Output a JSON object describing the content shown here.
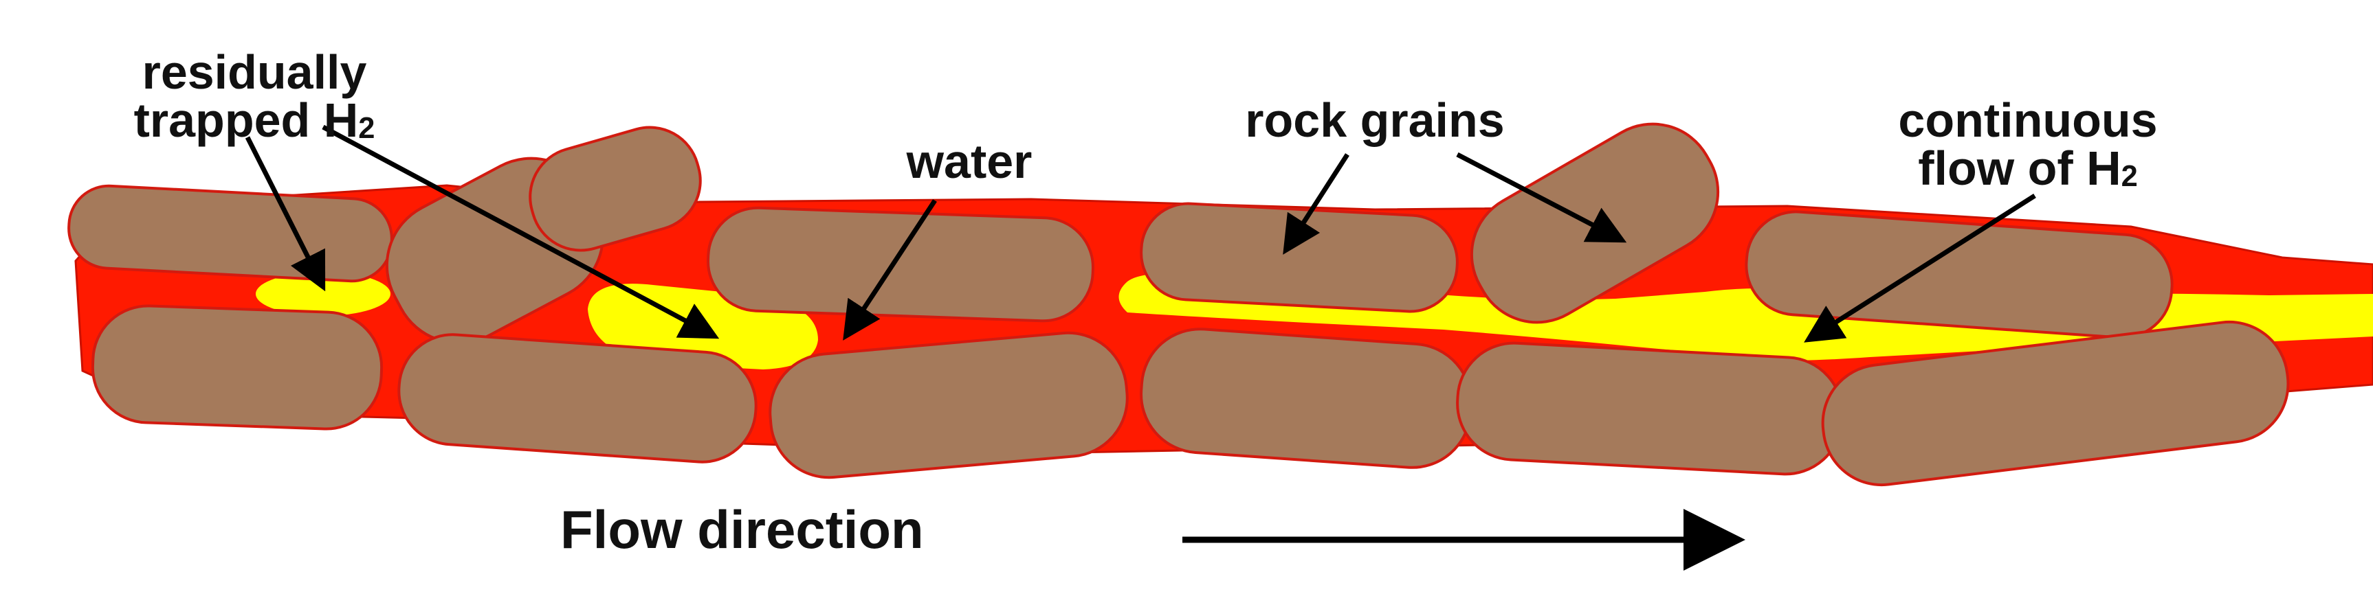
{
  "labels": {
    "residually_line1": "residually",
    "residually_line2": "trapped H",
    "h2_subscript": "2",
    "water": "water",
    "rock_grains": "rock grains",
    "continuous_line1": "continuous",
    "continuous_line2": "flow of H",
    "flow_direction": "Flow direction"
  },
  "colors": {
    "water": "#ff1a00",
    "water_outline": "#cc1100",
    "hydrogen": "#ffff00",
    "rock_grain": "#a57a5b",
    "rock_outline": "#d21b10",
    "text": "#111111",
    "arrow": "#000000",
    "background": "#ffffff"
  }
}
